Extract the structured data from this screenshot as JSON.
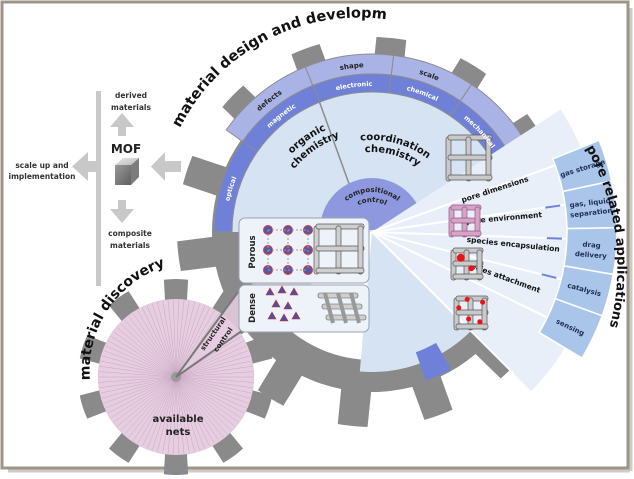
{
  "titles": {
    "design": "material design and development",
    "discovery": "material discovery",
    "applications": "pore related applications"
  },
  "mof_panel": {
    "center_label": "MOF",
    "up_label": [
      "derived",
      "materials"
    ],
    "down_label": [
      "composite",
      "materials"
    ],
    "left_label": [
      "scale up and",
      "implementation"
    ]
  },
  "outer_ring": [
    "defects",
    "shape",
    "scale"
  ],
  "middle_ring": [
    "optical",
    "magnetic",
    "electronic",
    "chemical",
    "mechanical"
  ],
  "inner_sectors": {
    "organic": [
      "organic",
      "chemistry"
    ],
    "coordination": [
      "coordination",
      "chemistry"
    ],
    "compositional": [
      "compositional",
      "control"
    ]
  },
  "structure_boxes": {
    "porous": "Porous",
    "dense": "Dense"
  },
  "pore_properties": [
    "pore dimensions",
    "pore environment",
    "species encapsulation",
    "species attachment"
  ],
  "applications": [
    [
      "gas storage"
    ],
    [
      "gas, liquid",
      "separation"
    ],
    [
      "drag",
      "delivery"
    ],
    [
      "catalysis"
    ],
    [
      "sensing"
    ]
  ],
  "discovery_gear": {
    "center_label": [
      "available",
      "nets"
    ],
    "wedge_label": [
      "structural",
      "control"
    ]
  },
  "colors": {
    "gear": "#8a8a8a",
    "outer_ring": "#a9b3e6",
    "middle_ring": "#6f80d8",
    "inner_fill": "#d6e3f3",
    "app_fill": "#a9c6ea",
    "discovery_fill": "#e6cde0",
    "frame": "#9e948a"
  }
}
